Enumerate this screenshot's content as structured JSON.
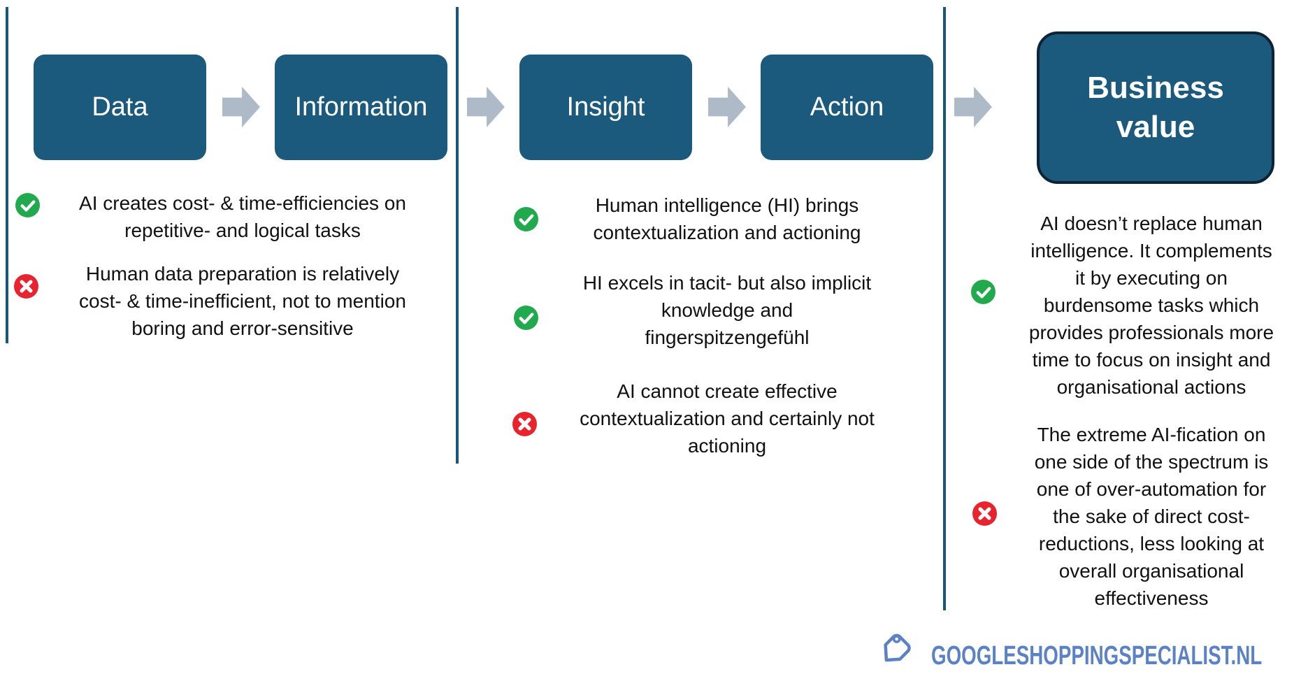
{
  "colors": {
    "stage_box_fill": "#1b5a7c",
    "business_box_border": "#0e2336",
    "divider_line": "#16587a",
    "arrow_gray": "#afbac8",
    "check_green": "#21a94d",
    "cross_red": "#e8232e",
    "body_text": "#111111",
    "logo_blue": "#5b82c5"
  },
  "flow": {
    "stages": [
      {
        "label": "Data"
      },
      {
        "label": "Information"
      },
      {
        "label": "Insight"
      },
      {
        "label": "Action"
      },
      {
        "label": "Business\nvalue"
      }
    ],
    "arrow_icon": "right-block-arrow"
  },
  "sections": [
    {
      "bullets": [
        {
          "icon": "check-circle",
          "text": "AI creates cost- & time-efficiencies on\nrepetitive- and logical tasks"
        },
        {
          "icon": "cross-circle",
          "text": "Human data preparation is relatively\ncost- & time-inefficient, not to mention\nboring and error-sensitive"
        }
      ]
    },
    {
      "bullets": [
        {
          "icon": "check-circle",
          "text": "Human intelligence (HI) brings\ncontextualization and actioning"
        },
        {
          "icon": "check-circle",
          "text": "HI excels in tacit- but also implicit\nknowledge and\nfingerspitzengefühl"
        },
        {
          "icon": "cross-circle",
          "text": "AI cannot create effective\ncontextualization and certainly not\nactioning"
        }
      ]
    },
    {
      "bullets": [
        {
          "icon": "check-circle",
          "text": "AI doesn’t replace human\nintelligence. It complements\nit by executing on\nburdensome tasks which\nprovides professionals more\ntime to focus on insight and\norganisational actions"
        },
        {
          "icon": "cross-circle",
          "text": "The extreme AI-fication on\none side of the spectrum is\none of over-automation for\nthe sake of direct cost-\nreductions, less looking at\noverall organisational\neffectiveness"
        }
      ]
    }
  ],
  "footer": {
    "logo_icon": "price-tag",
    "logo_text": "GOOGLESHOPPINGSPECIALIST.NL"
  }
}
